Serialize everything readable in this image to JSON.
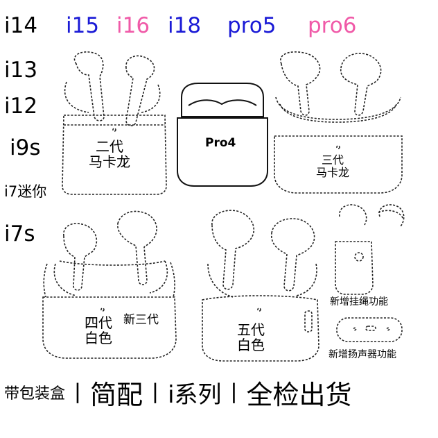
{
  "models_top": [
    {
      "label": "i14",
      "color": "#000000"
    },
    {
      "label": "i15",
      "color": "#1a1ad6"
    },
    {
      "label": "i16",
      "color": "#f05aa8"
    },
    {
      "label": "i18",
      "color": "#1a1ad6"
    },
    {
      "label": "pro5",
      "color": "#1a1ad6"
    },
    {
      "label": "pro6",
      "color": "#f05aa8"
    }
  ],
  "models_side": [
    "i13",
    "i12",
    "i9s",
    "i7迷你",
    "i7s"
  ],
  "products": {
    "gen2_label_line1": "二代",
    "gen2_label_line2": "马卡龙",
    "pro4_label": "Pro4",
    "gen3_label_line1": "三代",
    "gen3_label_line2": "马卡龙",
    "gen4_label_line1": "四代",
    "gen4_label_line2": "白色",
    "new_gen3_label": "新三代",
    "gen5_label_line1": "五代",
    "gen5_label_line2": "白色",
    "lanyard_label": "新增挂绳功能",
    "speaker_label": "新增扬声器功能"
  },
  "bottom_bar": {
    "item1": "带包装盒",
    "sep": "丨",
    "item2": "简配",
    "item3": "i系列",
    "item4": "全检出货"
  }
}
